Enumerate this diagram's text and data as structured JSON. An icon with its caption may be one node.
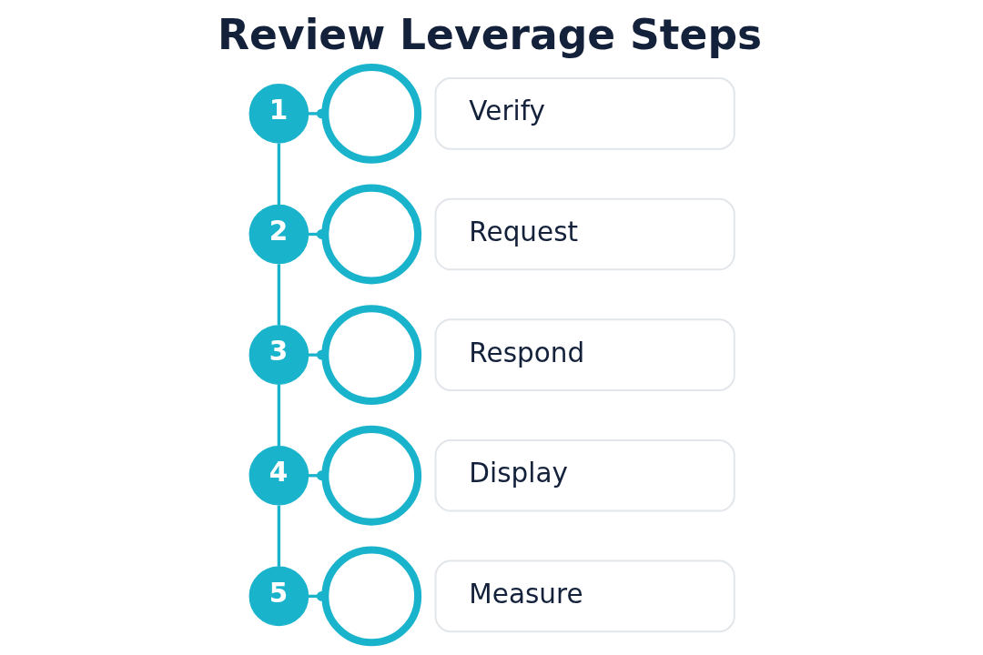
{
  "diagram": {
    "title": "Review Leverage Steps",
    "nodes": [
      {
        "text": [
          "1"
        ]
      },
      {
        "text": [],
        "shape": "circle"
      },
      {
        "text": [
          "Verify"
        ]
      },
      {
        "text": [
          "2"
        ]
      },
      {
        "text": [],
        "shape": "circle"
      },
      {
        "text": [
          "Request"
        ]
      },
      {
        "text": [
          "3"
        ]
      },
      {
        "text": [],
        "shape": "circle"
      },
      {
        "text": [
          "Respond"
        ]
      },
      {
        "text": [
          "4"
        ]
      },
      {
        "text": [],
        "shape": "circle"
      },
      {
        "text": [
          "Display"
        ]
      },
      {
        "text": [
          "5"
        ]
      },
      {
        "text": [],
        "shape": "circle"
      },
      {
        "text": [
          "Measure"
        ]
      }
    ],
    "edges": [
      {
        "from": 0,
        "to": 1,
        "arrow": "other"
      },
      {
        "from": 0,
        "to": 3,
        "arrow": "none"
      },
      {
        "from": 3,
        "to": 4,
        "arrow": "other"
      },
      {
        "from": 3,
        "to": 6,
        "arrow": "none"
      },
      {
        "from": 6,
        "to": 7,
        "arrow": "other"
      },
      {
        "from": 6,
        "to": 9,
        "arrow": "none"
      },
      {
        "from": 9,
        "to": 10,
        "arrow": "other"
      },
      {
        "from": 9,
        "to": 12,
        "arrow": "none"
      },
      {
        "from": 12,
        "to": 13,
        "arrow": "other"
      }
    ]
  }
}
